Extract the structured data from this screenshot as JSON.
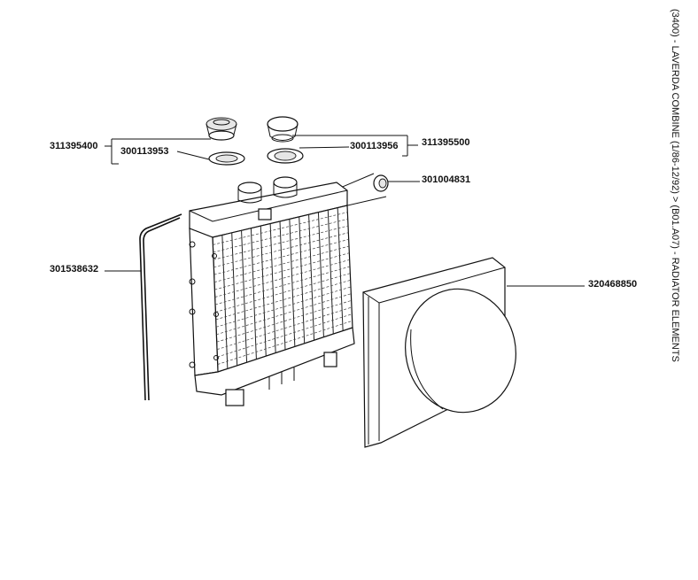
{
  "title": "(3400) - LAVERDA COMBINE (1/86-12/92) > (B01.A07) - RADIATOR ELEMENTS",
  "parts": {
    "p311395400": "311395400",
    "p300113953": "300113953",
    "p300113956": "300113956",
    "p311395500": "311395500",
    "p301004831": "301004831",
    "p301538632": "301538632",
    "p320468850": "320468850"
  }
}
